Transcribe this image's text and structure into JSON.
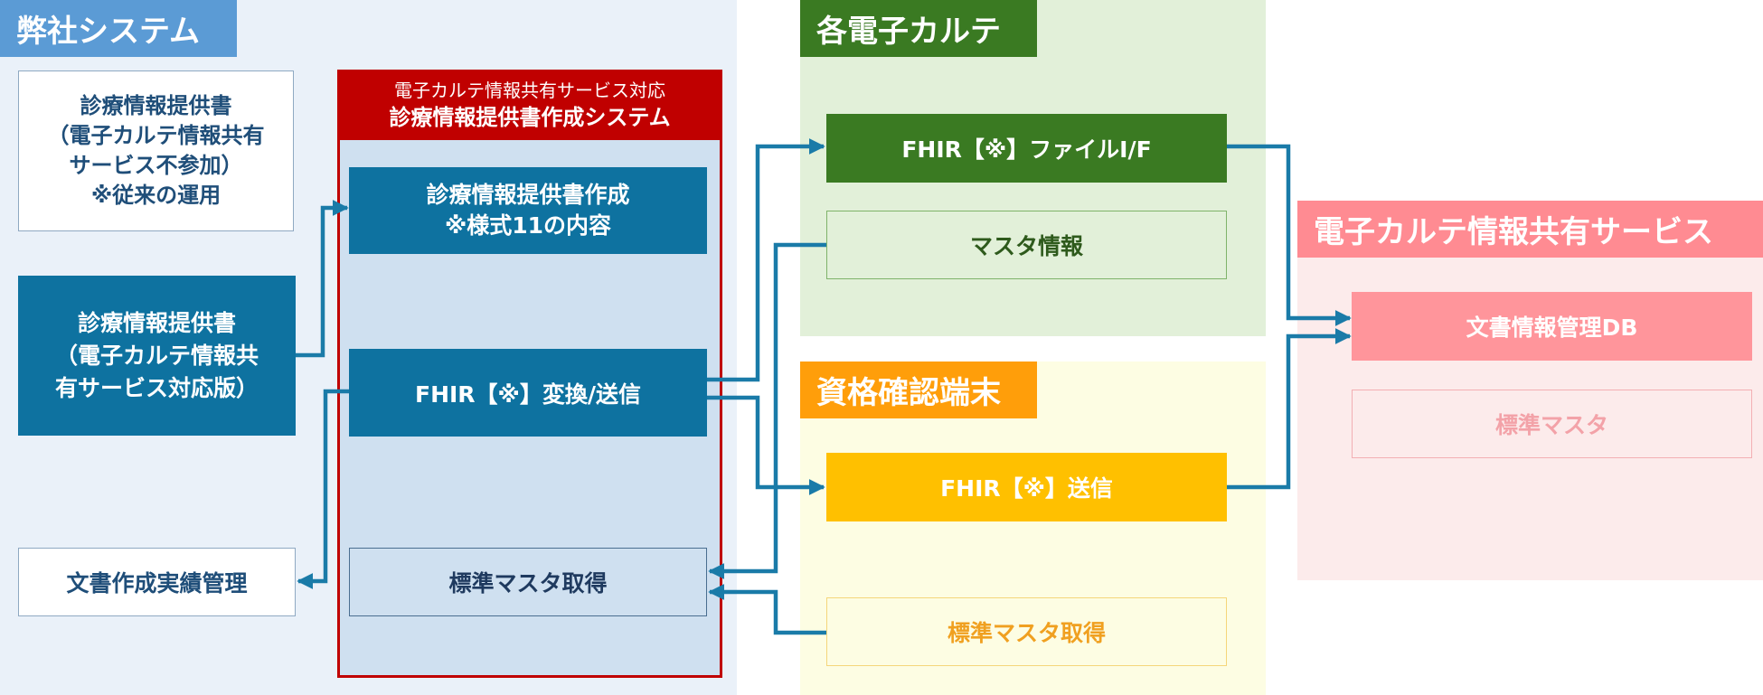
{
  "colors": {
    "company_panel": "#EAF1F9",
    "company_tag": "#5B9BD5",
    "emr_panel": "#E2F0D9",
    "emr_tag": "#3A7A22",
    "terminal_panel": "#FDFDE3",
    "terminal_tag": "#FF9E0A",
    "shared_panel": "#FCEBEB",
    "shared_tag": "#FF8B92",
    "system_border": "#C00000",
    "system_fill": "#CFE0F0",
    "blue_box": "#0E72A0",
    "connector": "#1A7BA8"
  },
  "company_system": {
    "title": "弊社システム",
    "legacy_doc": [
      "診療情報提供書",
      "（電子カルテ情報共有",
      "サービス不参加）",
      "※従来の運用"
    ],
    "compatible_doc": [
      "診療情報提供書",
      "（電子カルテ情報共",
      "有サービス対応版）"
    ],
    "records_mgmt": "文書作成実績管理"
  },
  "creation_system": {
    "subtitle": "電子カルテ情報共有サービス対応",
    "title": "診療情報提供書作成システム",
    "create_box": [
      "診療情報提供書作成",
      "※様式11の内容"
    ],
    "convert_box": "FHIR【※】変換/送信",
    "master_box": "標準マスタ取得"
  },
  "emr": {
    "title": "各電子カルテ",
    "fhir_file_if": "FHIR【※】ファイルI/F",
    "master_info": "マスタ情報"
  },
  "terminal": {
    "title": "資格確認端末",
    "fhir_send": "FHIR【※】送信",
    "master_get": "標準マスタ取得"
  },
  "shared_service": {
    "title": "電子カルテ情報共有サービス",
    "doc_db": "文書情報管理DB",
    "std_master": "標準マスタ"
  }
}
